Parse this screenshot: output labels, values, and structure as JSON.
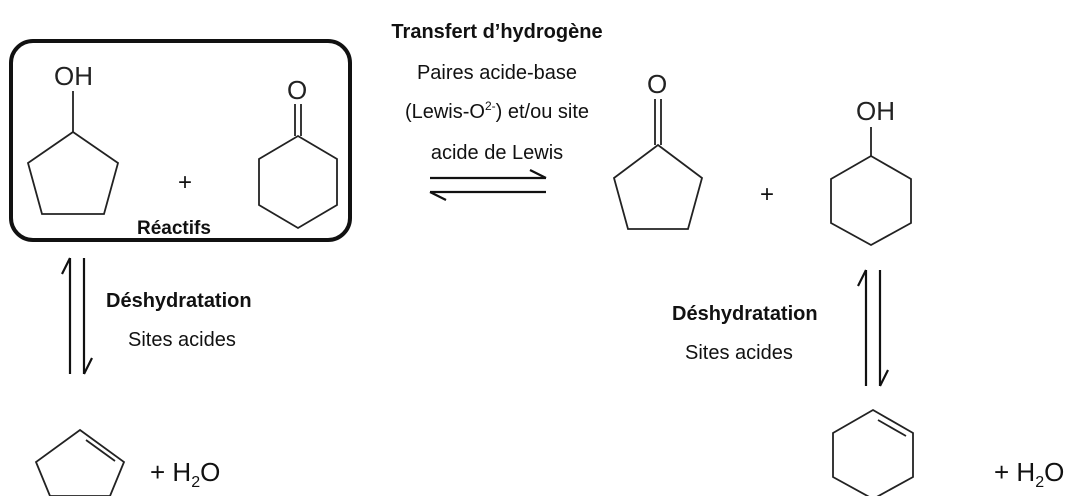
{
  "top_reaction": {
    "title": "Transfert d’hydrogène",
    "line1": "Paires acide-base",
    "line2_prefix": "(Lewis-O",
    "line2_sup": "2-",
    "line2_suffix": ") et/ou site",
    "line3": "acide de Lewis"
  },
  "reactants_label": "Réactifs",
  "left_dehydration": {
    "title": "Déshydratation",
    "subtitle": "Sites acides"
  },
  "right_dehydration": {
    "title": "Déshydratation",
    "subtitle": "Sites acides"
  },
  "plus": "+",
  "water": {
    "prefix": "+ H",
    "sub": "2",
    "suffix": "O"
  },
  "atoms": {
    "hydroxyl": "OH",
    "oxygen": "O"
  }
}
